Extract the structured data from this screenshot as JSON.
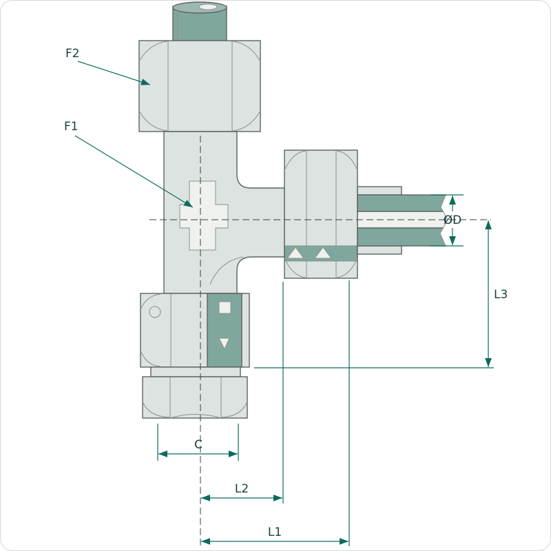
{
  "drawing": {
    "labels": {
      "f2": "F2",
      "f1": "F1",
      "od": "ØD",
      "l3": "L3",
      "c": "C",
      "l2": "L2",
      "l1": "L1"
    }
  },
  "colors": {
    "background": "#ffffff",
    "body_fill": "#dce3e0",
    "tube_fill": "#7fa79e",
    "tube_light": "#9db8b1",
    "bore_fill": "#eef1ee",
    "outline": "#5c635f",
    "inner_line": "#8a918c",
    "dim_color": "#0c6b5d",
    "centerline": "#3a3f3d",
    "label_color": "#173f3a",
    "frame_border": "#d6d6d6"
  }
}
